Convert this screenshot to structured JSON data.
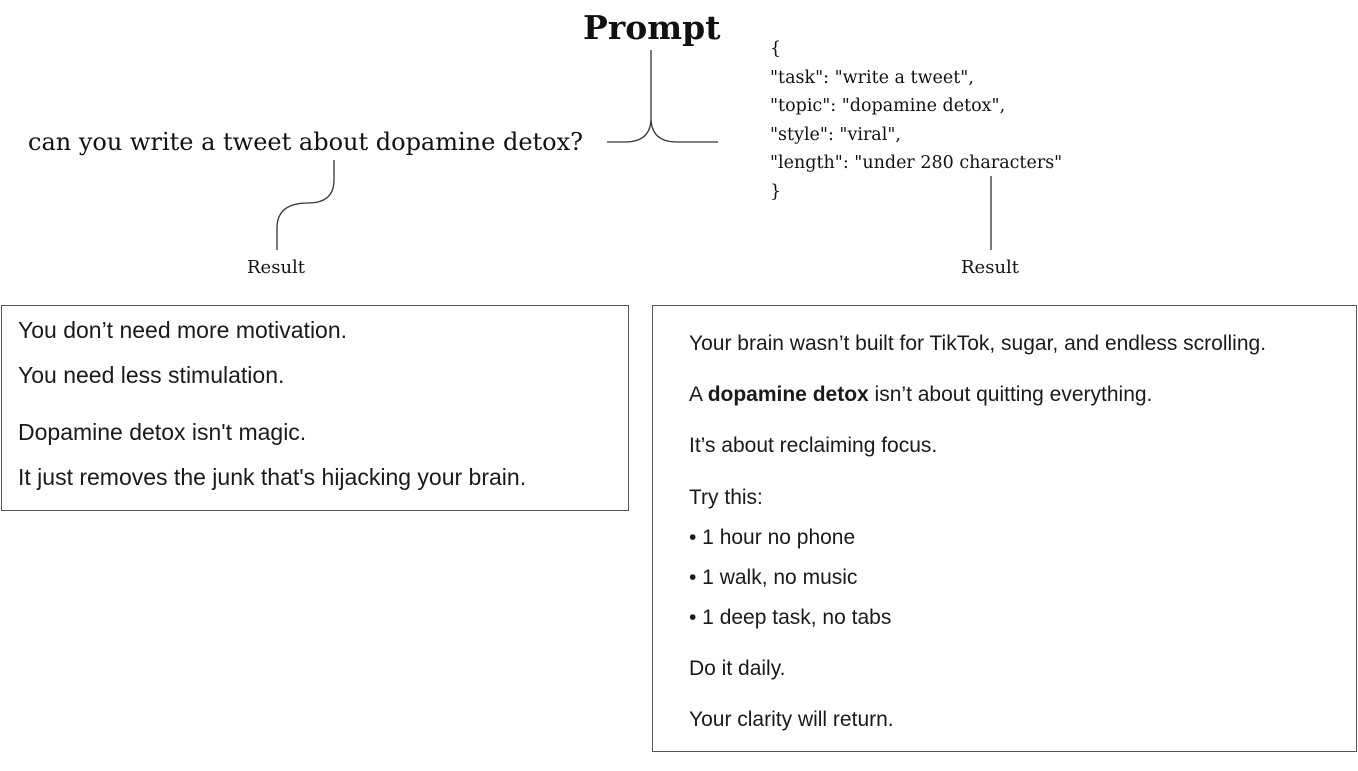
{
  "title": "Prompt",
  "plain_prompt": "can you write a tweet about dopamine detox?",
  "json_prompt": {
    "lines": [
      "{",
      "\"task\": \"write a tweet\",",
      "\"topic\": \"dopamine detox\",",
      "\"style\": \"viral\",",
      "\"length\": \"under 280 characters\"",
      "}"
    ]
  },
  "result_left_label": "Result",
  "result_right_label": "Result",
  "result_left": {
    "lines": [
      "You don’t need more motivation.",
      "You need less stimulation.",
      "Dopamine detox isn't magic.",
      "It just removes the junk that's hijacking your brain."
    ]
  },
  "result_right": {
    "line1": "Your brain wasn’t built for TikTok, sugar, and endless scrolling.",
    "line2_prefix": "A ",
    "line2_bold": "dopamine detox",
    "line2_suffix": " isn’t about quitting everything.",
    "line3": "It’s about reclaiming focus.",
    "line4": "Try this:",
    "bullets": [
      "• 1 hour no phone",
      "• 1 walk, no music",
      "• 1 deep task, no tabs"
    ],
    "line5": "Do it daily.",
    "line6": "Your clarity will return."
  }
}
